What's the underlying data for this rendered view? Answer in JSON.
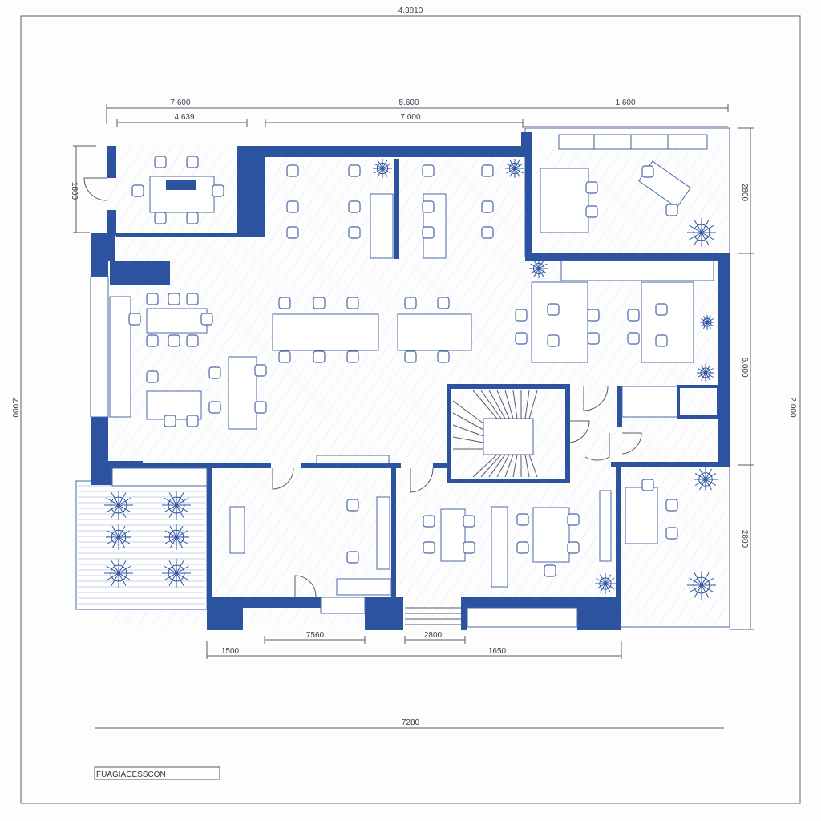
{
  "drawing": {
    "colors": {
      "wall": "#2b53a0",
      "line": "#4a66a8",
      "dimension": "#555a66",
      "background": "#fdfdfe"
    },
    "dimensions": {
      "top_overall": "4.3810",
      "top_row1": [
        "7.600",
        "5.600",
        "1.600"
      ],
      "top_row2": [
        "4.639",
        "7.000"
      ],
      "left_upper": "1800",
      "left_overall": "2.000",
      "right_segments": [
        "2800",
        "6.000",
        "2800"
      ],
      "right_overall": "2.000",
      "bottom_row1": [
        "7560",
        "2800"
      ],
      "bottom_row2": [
        "1500",
        "1650"
      ],
      "bottom_overall": "7280"
    },
    "title_block": "FUAGIACESSCON"
  }
}
